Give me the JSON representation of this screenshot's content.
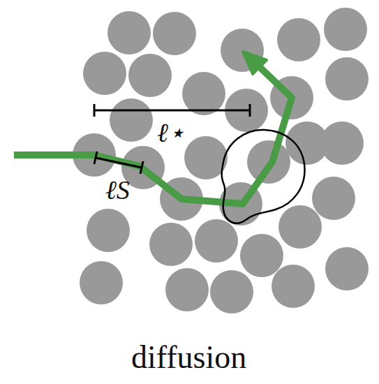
{
  "diagram": {
    "caption": "diffusion",
    "labels": [
      "ℓ⋆",
      "ℓS"
    ]
  }
}
